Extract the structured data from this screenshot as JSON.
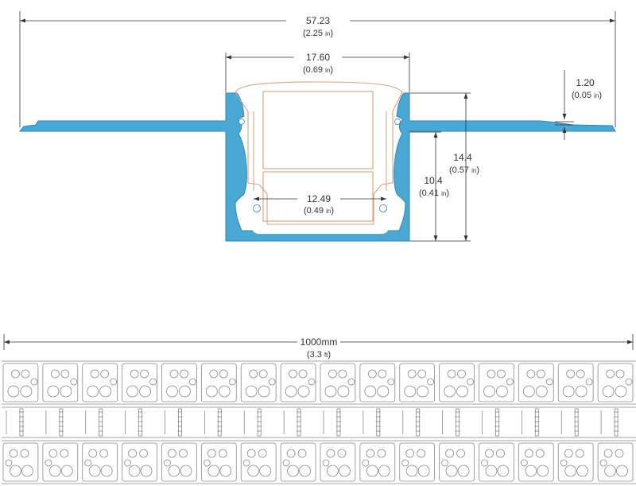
{
  "colors": {
    "profile_fill": "#4aa8d4",
    "profile_stroke": "#2d86b8",
    "line": "#333333",
    "diffuser": "#d9a37a",
    "strip_stroke": "#888888"
  },
  "profile_dimensions": {
    "overall_width": {
      "value": "57.23",
      "open": "(2.25 ",
      "unit": "in",
      "close": ")"
    },
    "channel_top_width": {
      "value": "17.60",
      "open": "(0.69 ",
      "unit": "in",
      "close": ")"
    },
    "flange_thickness": {
      "value": "1.20",
      "open": "(0.05 ",
      "unit": "in",
      "close": ")"
    },
    "total_depth": {
      "value": "14.4",
      "open": "(0.57 ",
      "unit": "in",
      "close": ")"
    },
    "recess_depth": {
      "value": "10.4",
      "open": "(0.41 ",
      "unit": "in",
      "close": ")"
    },
    "inner_width": {
      "value": "12.49",
      "open": "(0.49 ",
      "unit": "in",
      "close": ")"
    }
  },
  "strip_view": {
    "length": {
      "value": "1000mm",
      "open": "(3.3 ",
      "unit": "ft",
      "close": ")"
    },
    "segments": 16
  }
}
